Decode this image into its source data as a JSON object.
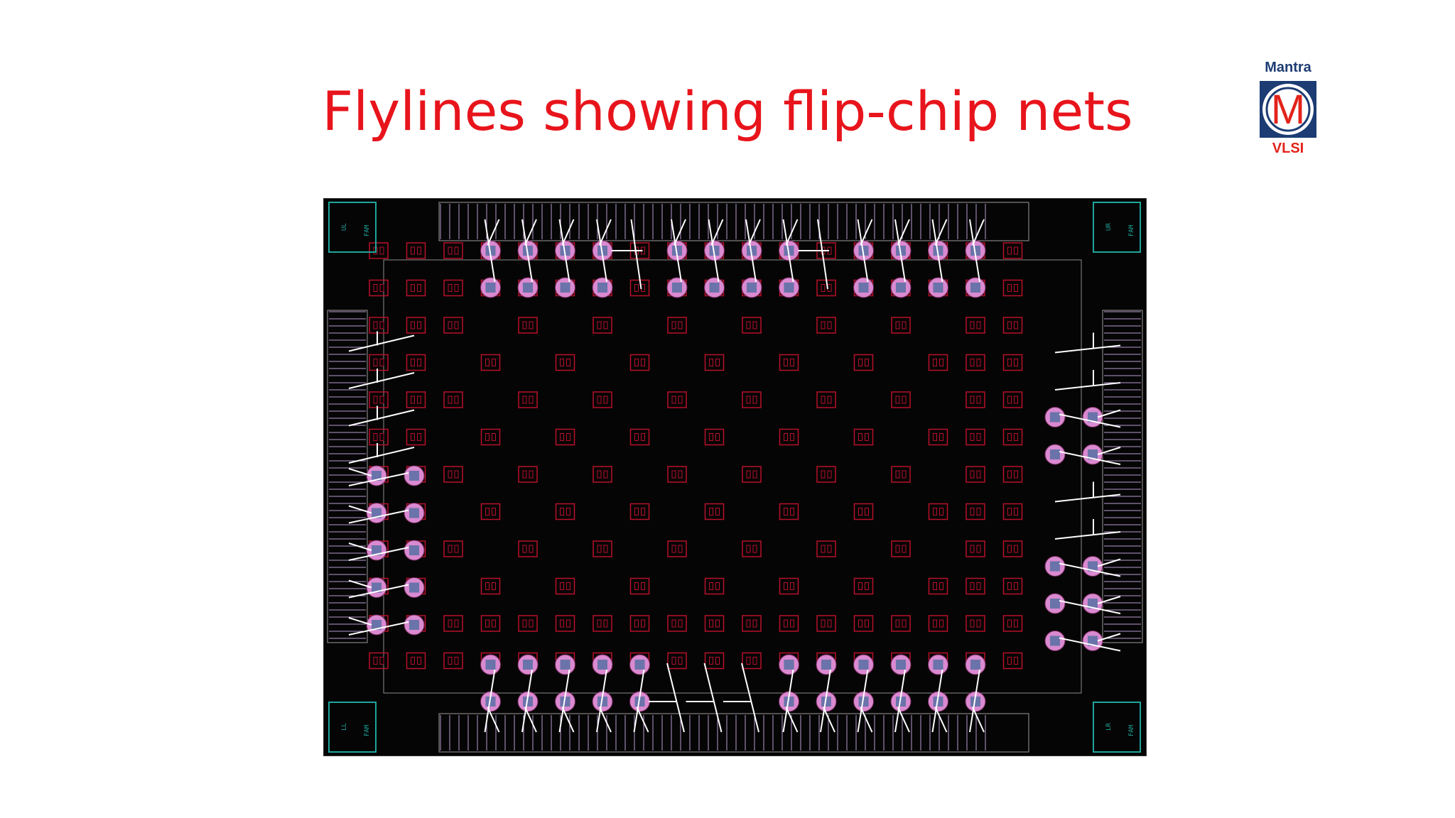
{
  "slide": {
    "title": "Flylines showing flip-chip nets"
  },
  "logo": {
    "top_text": "Mantra",
    "bottom_text": "VLSI",
    "letter": "M",
    "colors": {
      "navy": "#1c3c73",
      "red": "#e2231a"
    }
  },
  "layout": {
    "corner_cells": [
      "UL",
      "UR",
      "LL",
      "LR"
    ],
    "corner_cell_text": "FAM",
    "colors": {
      "background": "#050505",
      "bump": "#b8102a",
      "io_pad": "#d98ad0",
      "io_ring": "#9a9a9a",
      "corner": "#1fa59b",
      "flyline": "#ffffff",
      "core_boundary": "#8c8c8c"
    },
    "bump_grid": {
      "rows": 12,
      "cols": 18
    }
  }
}
